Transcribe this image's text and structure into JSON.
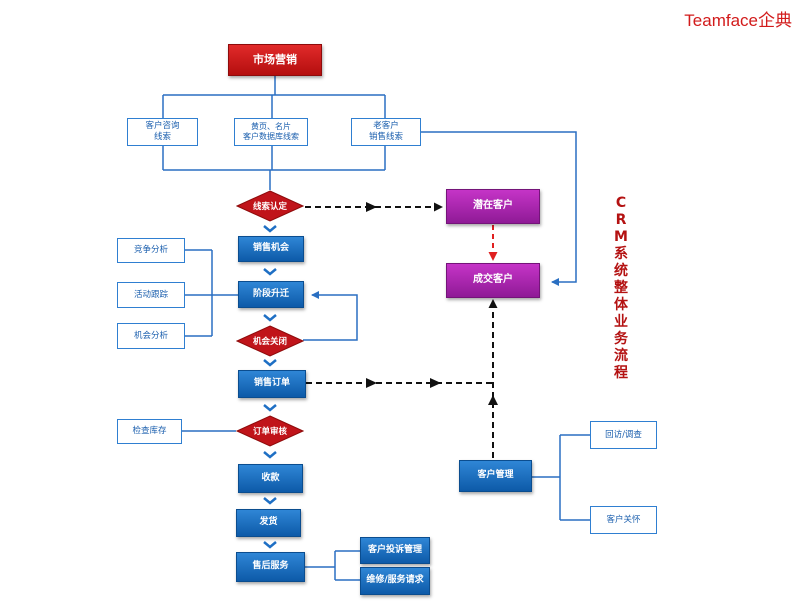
{
  "brand": "Teamface企典",
  "title_vertical": "CRM系统整体业务流程",
  "nodes": {
    "market": "市场营销",
    "consult": "客户咨询\n线索",
    "leads_db": "黄页、名片\n客户数据库线索",
    "old_customer": "老客户\n销售线索",
    "lead_confirm": "线索认定",
    "potential": "潜在客户",
    "deal_customer": "成交客户",
    "opportunity": "销售机会",
    "stage": "阶段升迁",
    "opp_close": "机会关闭",
    "sales_order": "销售订单",
    "order_review": "订单审核",
    "payment": "收款",
    "shipping": "发货",
    "after_sales": "售后服务",
    "complaint": "客户投诉管理",
    "repair": "维修/服务请求",
    "competition": "竞争分析",
    "activity": "活动跟踪",
    "opp_analysis": "机会分析",
    "inventory": "检查库存",
    "cust_mgmt": "客户管理",
    "revisit": "回访/调查",
    "care": "客户关怀"
  },
  "colors": {
    "primary_blue": "#1e6fc4",
    "line_blue": "#2a6fc2",
    "dashed_black": "#111111",
    "dashed_red": "#e02020",
    "diamond_red": "#c0141a",
    "purple": "#a326aa",
    "brand_red": "#d21b1b"
  }
}
